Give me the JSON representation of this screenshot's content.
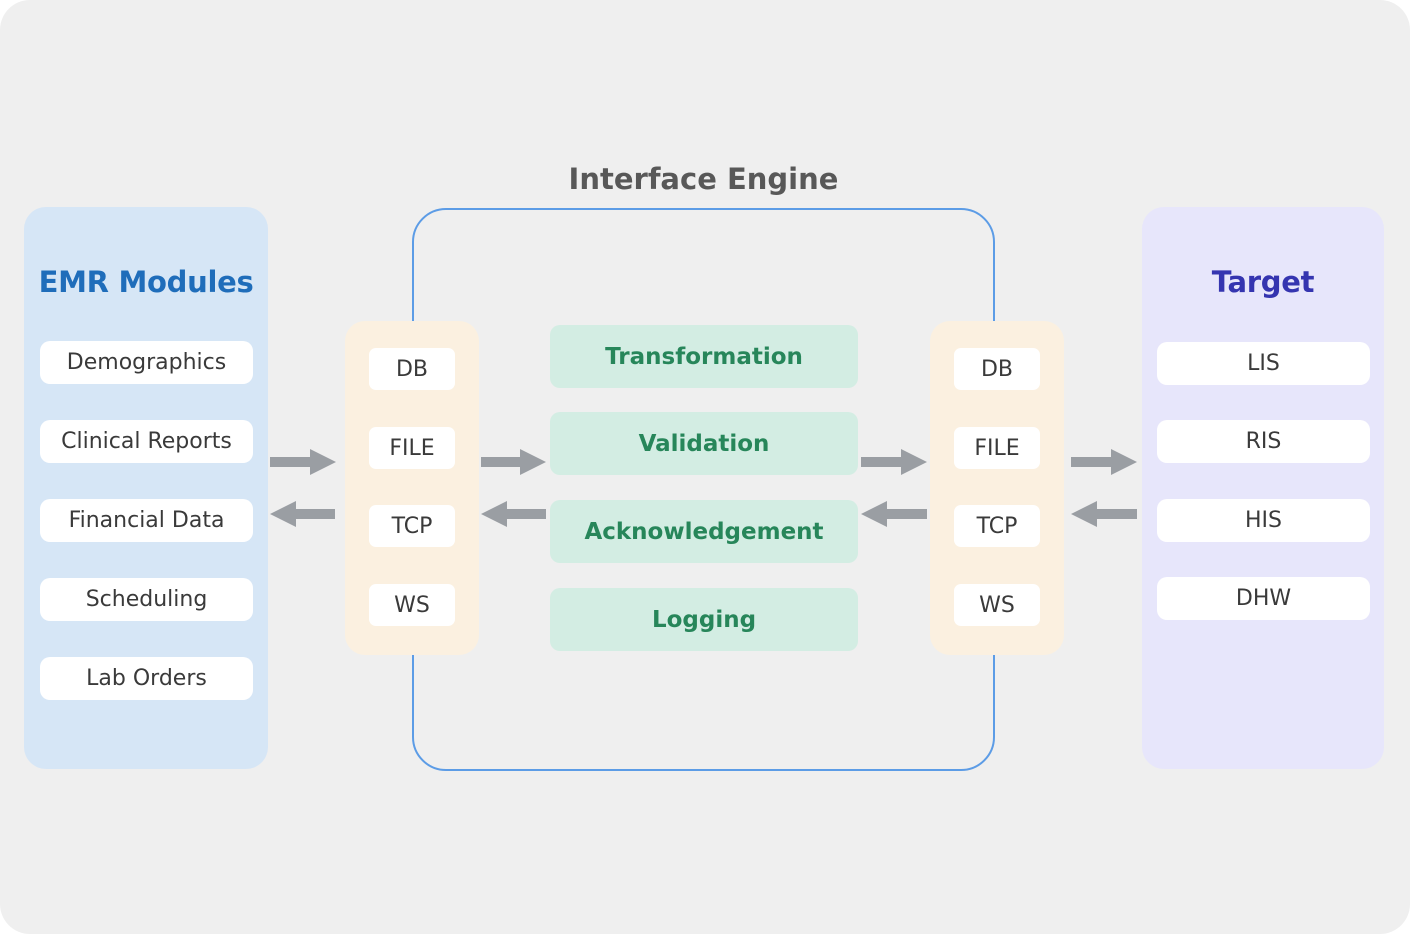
{
  "diagram": {
    "title": "Interface Engine",
    "source": {
      "title": "EMR Modules",
      "items": [
        "Demographics",
        "Clinical Reports",
        "Financial Data",
        "Scheduling",
        "Lab Orders"
      ]
    },
    "target": {
      "title": "Target",
      "items": [
        "LIS",
        "RIS",
        "HIS",
        "DHW"
      ]
    },
    "protocols_in": [
      "DB",
      "FILE",
      "TCP",
      "WS"
    ],
    "protocols_out": [
      "DB",
      "FILE",
      "TCP",
      "WS"
    ],
    "steps": [
      "Transformation",
      "Validation",
      "Acknowledgement",
      "Logging"
    ],
    "colors": {
      "canvas": "#efefef",
      "source_panel": "#d6e6f6",
      "source_title": "#1f6dba",
      "target_panel": "#e7e6fb",
      "target_title": "#3535b0",
      "engine_border": "#5c9ce6",
      "protocol_panel": "#fbf0e0",
      "step_fill": "#d3ede3",
      "step_text": "#27865a",
      "arrow": "#9a9ea3"
    },
    "connectors": [
      {
        "from": "source",
        "to": "protocols_in",
        "direction": "bidirectional"
      },
      {
        "from": "protocols_in",
        "to": "steps",
        "direction": "bidirectional"
      },
      {
        "from": "steps",
        "to": "protocols_out",
        "direction": "bidirectional"
      },
      {
        "from": "protocols_out",
        "to": "target",
        "direction": "bidirectional"
      }
    ]
  }
}
